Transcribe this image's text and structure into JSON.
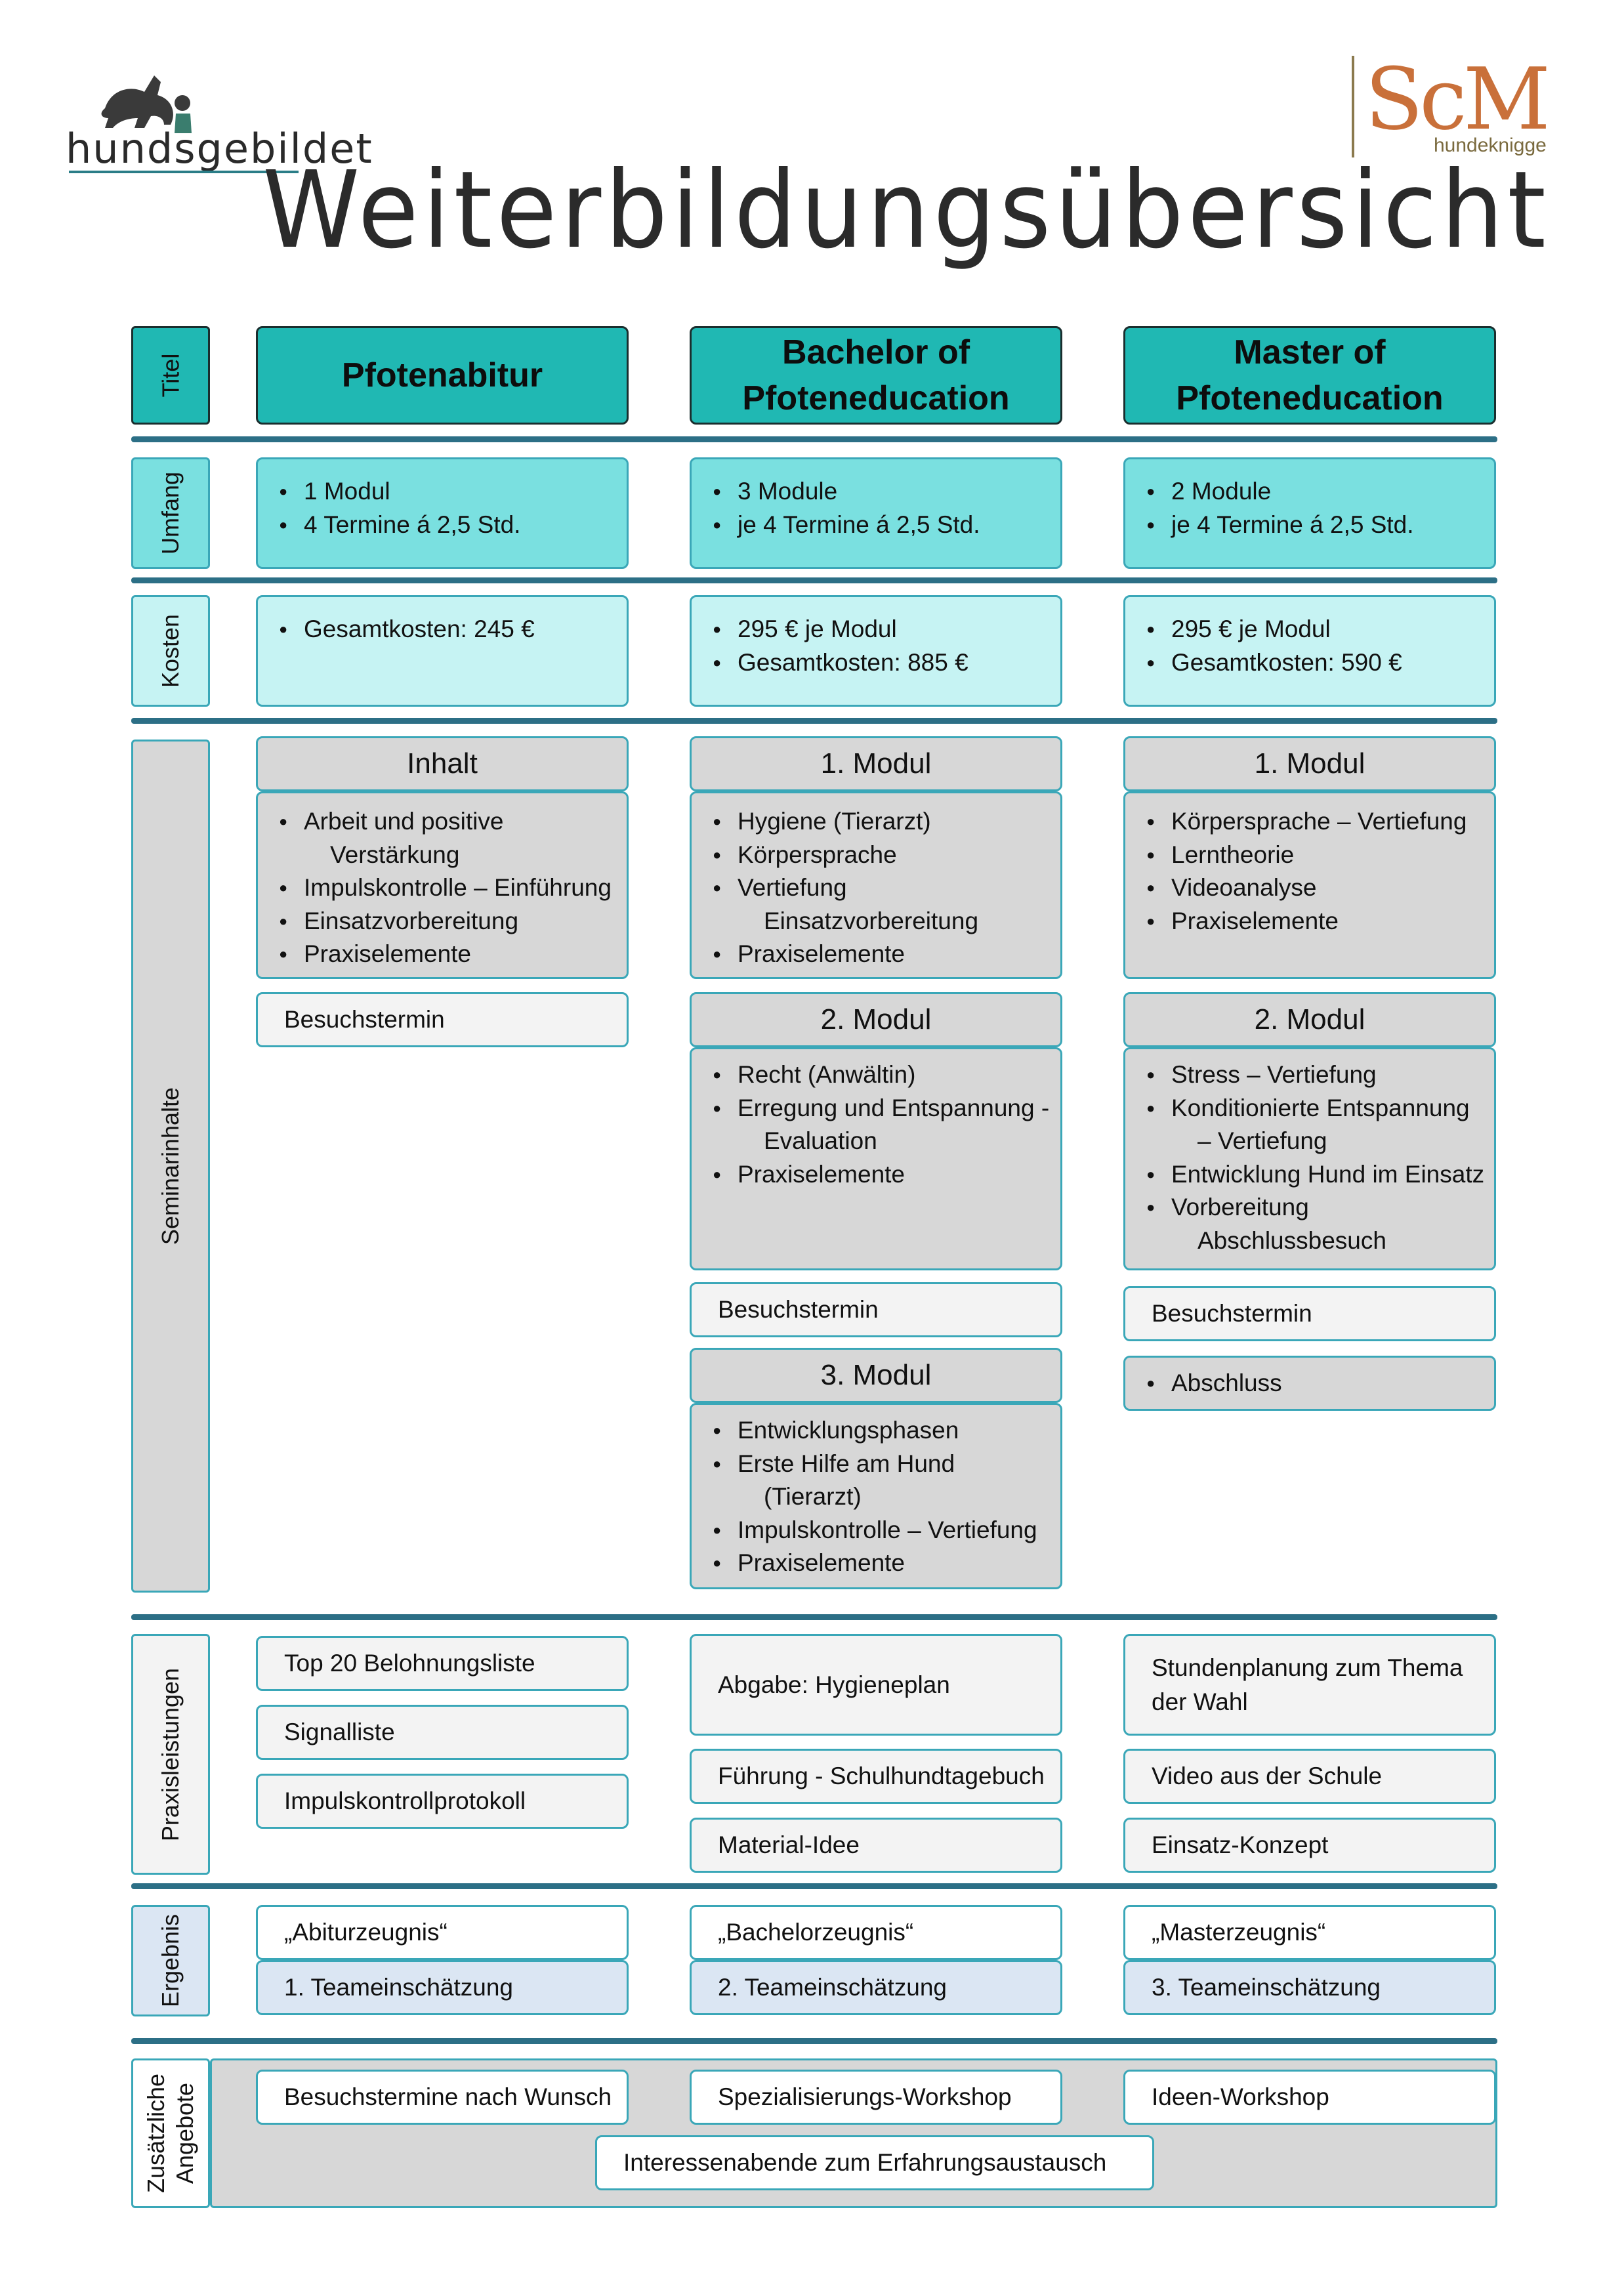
{
  "logo_left": {
    "text": "hundsgebildet"
  },
  "logo_right": {
    "letters": "ScM",
    "sub": "hundeknigge"
  },
  "title": "Weiterbildungsübersicht",
  "rows": {
    "titel": "Titel",
    "umfang": "Umfang",
    "kosten": "Kosten",
    "seminarinhalte": "Seminarinhalte",
    "praxisleistungen": "Praxisleistungen",
    "ergebnis": "Ergebnis",
    "zusaetzliche": "Zusätzliche Angebote"
  },
  "titles": {
    "c1": "Pfotenabitur",
    "c2": "Bachelor of Pfoteneducation",
    "c3": "Master of Pfoteneducation"
  },
  "umfang": {
    "c1": [
      "1 Modul",
      "4 Termine á 2,5 Std."
    ],
    "c2": [
      "3 Module",
      "je 4 Termine á 2,5 Std."
    ],
    "c3": [
      "2 Module",
      "je 4 Termine á 2,5 Std."
    ]
  },
  "kosten": {
    "c1": [
      "Gesamtkosten: 245 €"
    ],
    "c2": [
      "295 € je Modul",
      "Gesamtkosten: 885 €"
    ],
    "c3": [
      "295 € je Modul",
      "Gesamtkosten: 590 €"
    ]
  },
  "seminar": {
    "c1": {
      "head": "Inhalt",
      "items": [
        "Arbeit und positive",
        "Verstärkung",
        "Impulskontrolle – Einführung",
        "Einsatzvorbereitung",
        "Praxiselemente"
      ],
      "besuch": "Besuchstermin"
    },
    "c2": {
      "m1_head": "1. Modul",
      "m1": [
        "Hygiene (Tierarzt)",
        "Körpersprache",
        "Vertiefung",
        "Einsatzvorbereitung",
        "Praxiselemente"
      ],
      "m2_head": "2. Modul",
      "m2": [
        "Recht (Anwältin)",
        "Erregung und Entspannung -",
        "Evaluation",
        "Praxiselemente"
      ],
      "besuch": "Besuchstermin",
      "m3_head": "3. Modul",
      "m3": [
        "Entwicklungsphasen",
        "Erste Hilfe am Hund",
        "(Tierarzt)",
        "Impulskontrolle – Vertiefung",
        "Praxiselemente"
      ]
    },
    "c3": {
      "m1_head": "1. Modul",
      "m1": [
        "Körpersprache – Vertiefung",
        "Lerntheorie",
        "Videoanalyse",
        "Praxiselemente"
      ],
      "m2_head": "2. Modul",
      "m2": [
        "Stress – Vertiefung",
        "Konditionierte Entspannung",
        "– Vertiefung",
        "Entwicklung Hund im Einsatz",
        "Vorbereitung",
        "Abschlussbesuch"
      ],
      "besuch": "Besuchstermin",
      "abschluss": "Abschluss"
    }
  },
  "praxis": {
    "c1": [
      "Top 20 Belohnungsliste",
      "Signalliste",
      "Impulskontrollprotokoll"
    ],
    "c2": [
      "Abgabe: Hygieneplan",
      "Führung - Schulhundtagebuch",
      "Material-Idee"
    ],
    "c3": [
      "Stundenplanung zum Thema der Wahl",
      "Video aus der Schule",
      "Einsatz-Konzept"
    ]
  },
  "ergebnis": {
    "c1": [
      "„Abiturzeugnis“",
      "1. Teameinschätzung"
    ],
    "c2": [
      "„Bachelorzeugnis“",
      "2. Teameinschätzung"
    ],
    "c3": [
      "„Masterzeugnis“",
      "3. Teameinschätzung"
    ]
  },
  "zusatz": {
    "c1": "Besuchstermine nach Wunsch",
    "c2": "Spezialisierungs-Workshop",
    "c3": "Ideen-Workshop",
    "wide": "Interessenabende zum Erfahrungsaustausch"
  }
}
